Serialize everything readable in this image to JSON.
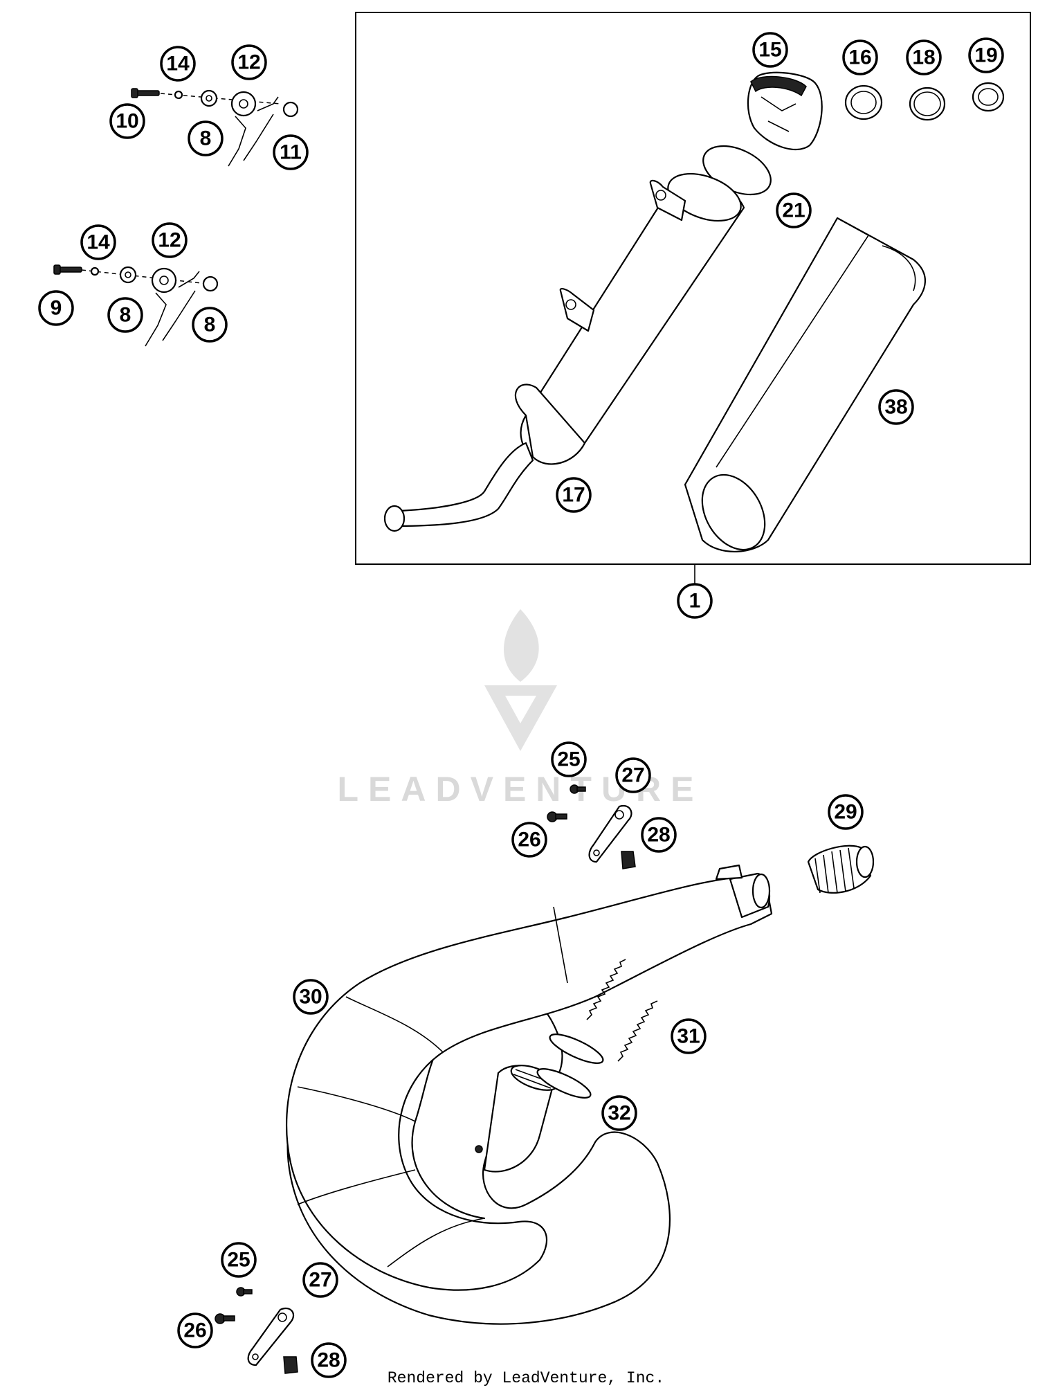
{
  "watermark": {
    "text": "LEADVENTURE"
  },
  "footer": {
    "credit": "Rendered by LeadVenture, Inc."
  },
  "callouts": {
    "c1": "1",
    "c8a": "8",
    "c8b": "8",
    "c8c": "8",
    "c9": "9",
    "c10": "10",
    "c11": "11",
    "c12a": "12",
    "c12b": "12",
    "c14a": "14",
    "c14b": "14",
    "c15": "15",
    "c16": "16",
    "c17": "17",
    "c18": "18",
    "c19": "19",
    "c21": "21",
    "c25a": "25",
    "c25b": "25",
    "c26a": "26",
    "c26b": "26",
    "c27a": "27",
    "c27b": "27",
    "c28a": "28",
    "c28b": "28",
    "c29": "29",
    "c30": "30",
    "c31": "31",
    "c32": "32",
    "c38": "38"
  }
}
